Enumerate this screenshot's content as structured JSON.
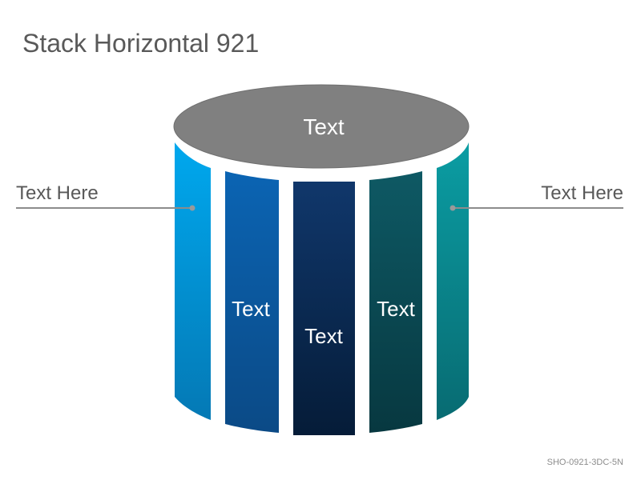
{
  "title": "Stack Horizontal 921",
  "top_label": "Text",
  "side_labels": {
    "left": "Text Here",
    "right": "Text Here"
  },
  "segment_labels": {
    "left": "Text",
    "center": "Text",
    "right": "Text"
  },
  "footer_code": "SHO-0921-3DC-5N",
  "colors": {
    "top_ellipse": "#808080",
    "segment_1": "#00a3e8",
    "segment_2": "#0a5ea8",
    "segment_3": "#0d2d55",
    "segment_4": "#0d4f5a",
    "segment_5": "#099399",
    "connector": "#8c8c8c"
  }
}
